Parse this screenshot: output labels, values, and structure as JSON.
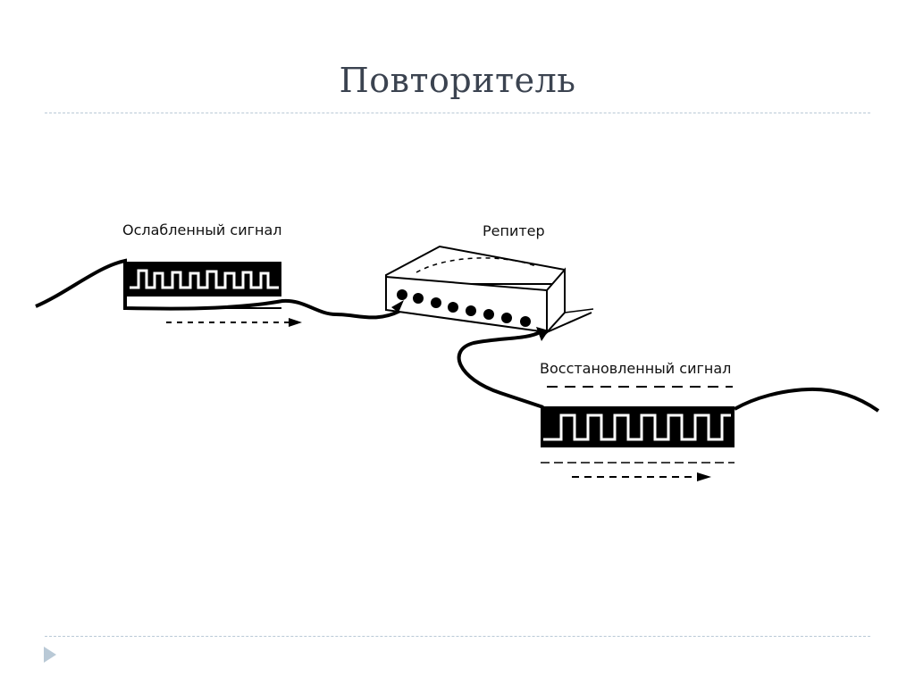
{
  "slide": {
    "title": "Повторитель"
  },
  "diagram": {
    "weak_signal_label": "Ослабленный сигнал",
    "repeater_label": "Репитер",
    "restored_signal_label": "Восстановленный сигнал"
  },
  "navigation": {
    "next_icon": "triangle-right-icon",
    "accent_color": "#b9c9d6"
  }
}
